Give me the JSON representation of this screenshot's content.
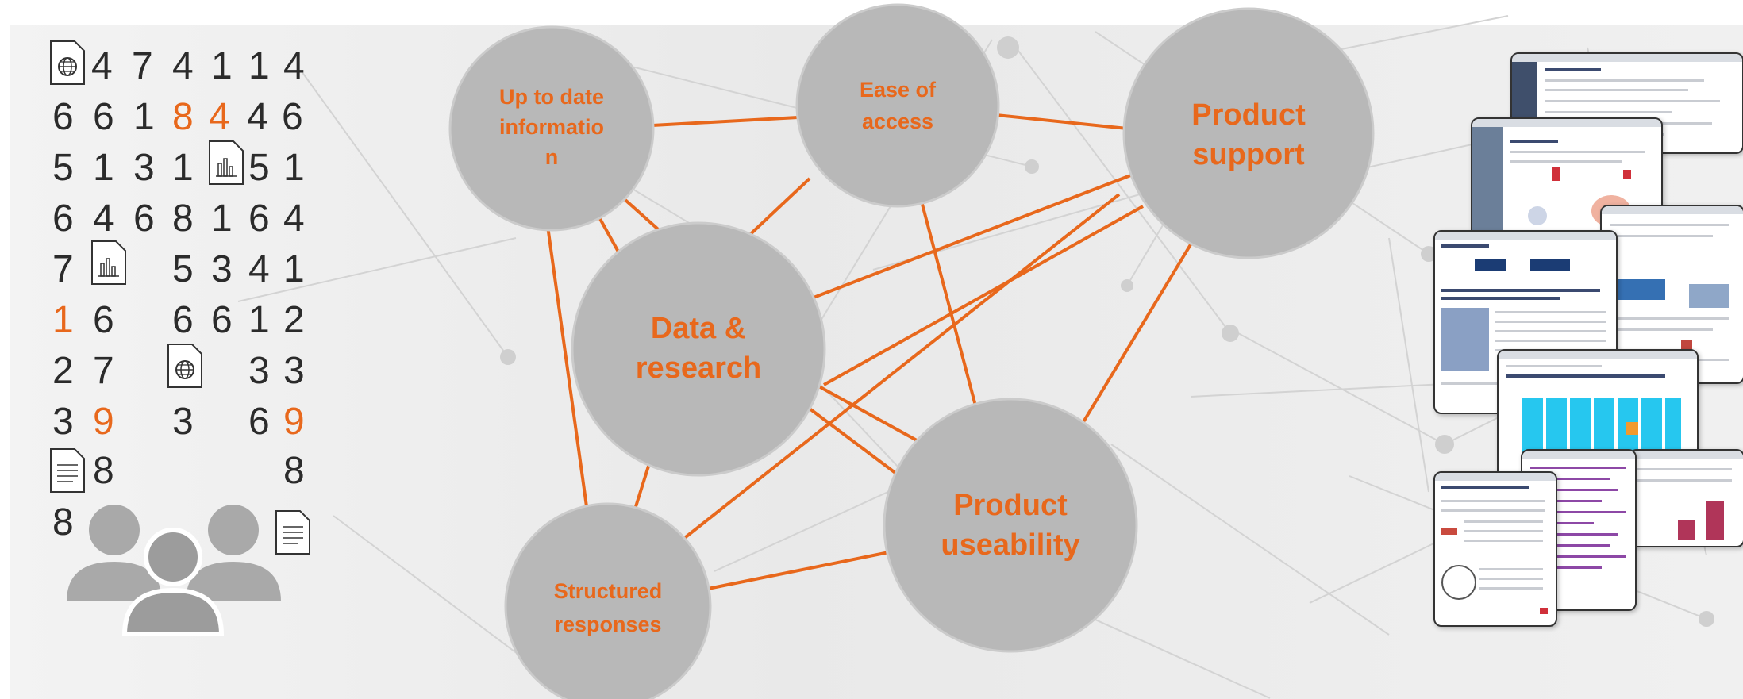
{
  "digits": [
    [
      "4",
      "7",
      "4",
      "1",
      "1",
      "4"
    ],
    [
      "6",
      "6",
      "1",
      "8",
      "4",
      "4",
      "6"
    ],
    [
      "5",
      "1",
      "3",
      "1",
      "5",
      "1"
    ],
    [
      "6",
      "4",
      "6",
      "8",
      "1",
      "6",
      "4"
    ],
    [
      "7",
      "5",
      "3",
      "4",
      "1"
    ],
    [
      "1",
      "6",
      "6",
      "6",
      "1",
      "2"
    ],
    [
      "2",
      "7",
      "3",
      "3"
    ],
    [
      "3",
      "9",
      "3",
      "6",
      "9"
    ],
    [
      "8",
      "8"
    ],
    [
      "8"
    ]
  ],
  "nodes": {
    "up_to_date": "Up to date\ninformatio\nn",
    "ease_of_access": "Ease of\naccess",
    "product_support": "Product\nsupport",
    "data_research": "Data &\nresearch",
    "product_useability": "Product\nuseability",
    "structured_responses": "Structured\nresponses"
  },
  "colors": {
    "accent": "#e8681c",
    "node_fill": "#b8b8b8",
    "node_border": "#c9c9c9",
    "text_dark": "#2b2b2b"
  },
  "icons": [
    "globe-document-icon",
    "bar-chart-document-icon",
    "text-document-icon",
    "people-group-icon"
  ]
}
